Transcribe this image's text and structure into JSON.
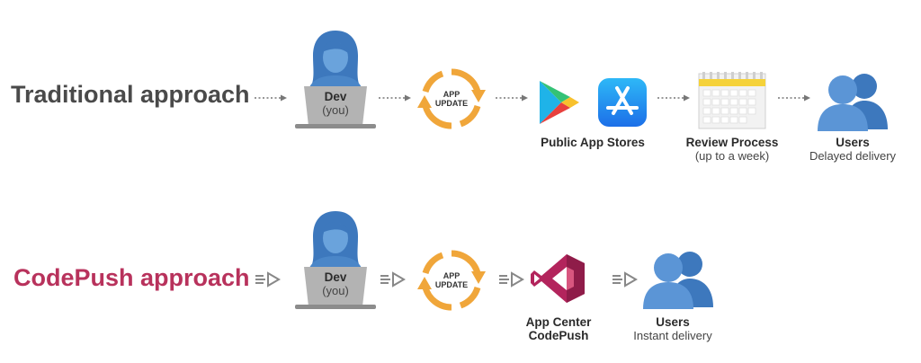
{
  "colors": {
    "traditional_title": "#4a4a4a",
    "codepush_title": "#b8325c",
    "person_blue": "#4a86c8",
    "laptop_gray": "#b3b3b3",
    "update_orange": "#f0a63a",
    "codepush_magenta": "#b3245c"
  },
  "traditional": {
    "title": "Traditional approach",
    "dev": {
      "label": "Dev",
      "sub": "(you)"
    },
    "update": {
      "line1": "APP",
      "line2": "UPDATE"
    },
    "stores": {
      "label": "Public App Stores"
    },
    "review": {
      "label": "Review Process",
      "sub": "(up to a week)"
    },
    "users": {
      "label": "Users",
      "sub": "Delayed delivery"
    }
  },
  "codepush": {
    "title": "CodePush approach",
    "dev": {
      "label": "Dev",
      "sub": "(you)"
    },
    "update": {
      "line1": "APP",
      "line2": "UPDATE"
    },
    "appcenter": {
      "label_line1": "App Center",
      "label_line2": "CodePush"
    },
    "users": {
      "label": "Users",
      "sub": "Instant delivery"
    }
  },
  "icons": {
    "dev": "person-at-laptop-icon",
    "update": "circular-update-arrows-icon",
    "play": "google-play-icon",
    "appstore": "app-store-icon",
    "calendar": "calendar-icon",
    "users": "users-group-icon",
    "codepush": "visual-studio-app-center-icon",
    "arrow_dotted": "dotted-arrow-icon",
    "arrow_dashed": "dashed-arrow-icon"
  }
}
